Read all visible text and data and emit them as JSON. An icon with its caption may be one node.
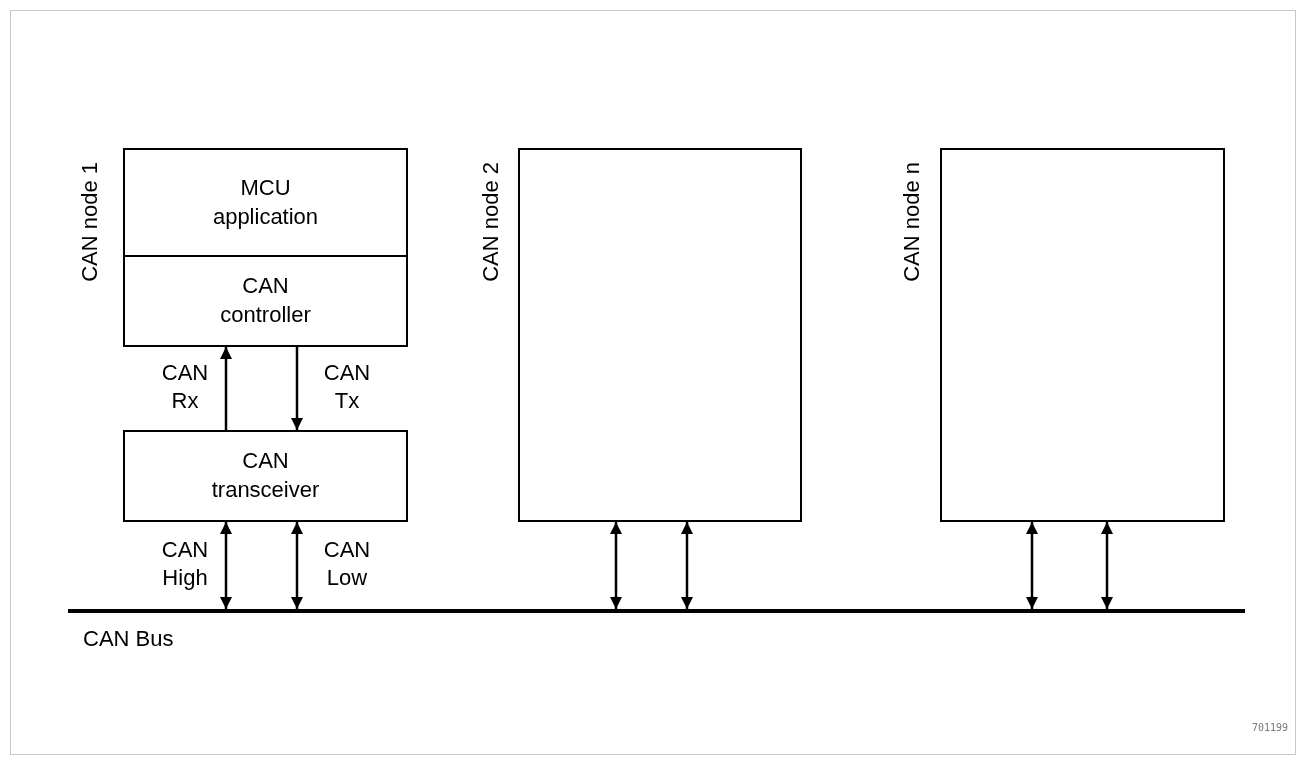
{
  "diagram": {
    "nodes": [
      {
        "text": [
          "MCU application"
        ],
        "beside": [
          "CAN node 1"
        ]
      },
      {
        "text": [
          "CAN controller"
        ]
      },
      {
        "text": [
          "CAN transceiver"
        ]
      },
      {
        "text": [],
        "shape": "box",
        "beside": [
          "CAN node 2"
        ]
      },
      {
        "text": [],
        "shape": "box",
        "beside": [
          "CAN node n"
        ]
      },
      {
        "text": [],
        "shape": "bar",
        "beside": [
          "CAN Bus"
        ]
      }
    ],
    "edges": [
      {
        "from": 2,
        "to": 1,
        "arrow": "to",
        "label": "CAN Rx"
      },
      {
        "from": 1,
        "to": 2,
        "arrow": "to",
        "label": "CAN Tx"
      },
      {
        "from": 2,
        "to": 5,
        "arrow": "both",
        "label": "CAN High"
      },
      {
        "from": 2,
        "to": 5,
        "arrow": "both",
        "label": "CAN Low"
      },
      {
        "from": 3,
        "to": 5,
        "arrow": "both"
      },
      {
        "from": 3,
        "to": 5,
        "arrow": "both"
      },
      {
        "from": 4,
        "to": 5,
        "arrow": "both"
      },
      {
        "from": 4,
        "to": 5,
        "arrow": "both"
      }
    ],
    "labels": [
      "701199"
    ]
  }
}
